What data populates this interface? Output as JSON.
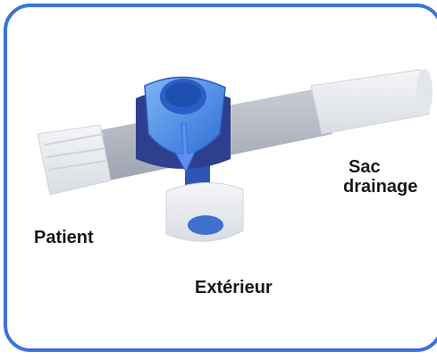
{
  "labels": {
    "patient": "Patient",
    "exterieur": "Extérieur",
    "sac_line1": "Sac",
    "sac_line2": "drainage"
  },
  "colors": {
    "frame_border": "#3b73d9",
    "tube_grey": "#a9aeb8",
    "tube_grey_light": "#c4c8d0",
    "connector_white": "#e9ebef",
    "valve_blue_dark": "#2f3f8f",
    "valve_blue": "#3f7fe0",
    "valve_blue_light": "#6fa9f2",
    "text": "#1a1a1a"
  }
}
